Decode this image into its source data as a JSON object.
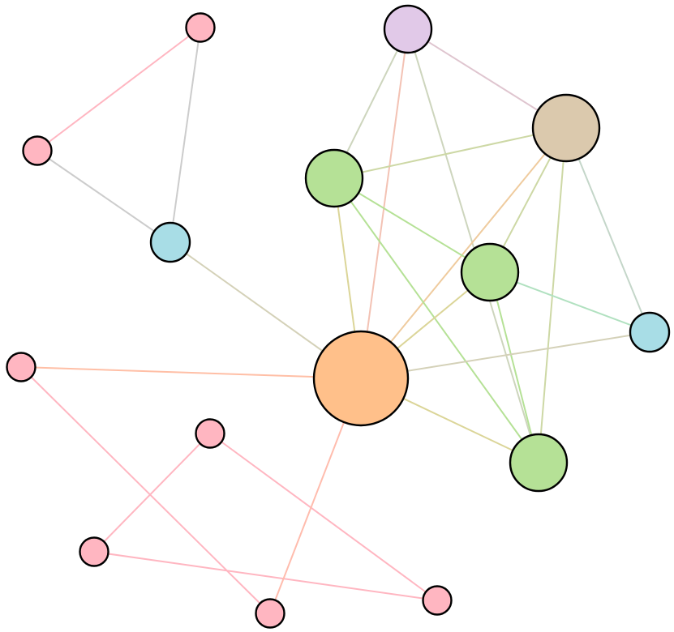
{
  "colors": {
    "pink": "#ffb6c1",
    "blue": "#a8dde6",
    "purple": "#e1c9e8",
    "tan": "#dbc9ad",
    "green": "#b5e196",
    "orange": "#ffc08a",
    "outline": "#000000"
  },
  "nodes": [
    {
      "id": "hub",
      "color": "orange",
      "size": "xl"
    },
    {
      "id": "tan",
      "color": "tan",
      "size": "l"
    },
    {
      "id": "green-left",
      "color": "green",
      "size": "m"
    },
    {
      "id": "green-mid",
      "color": "green",
      "size": "m"
    },
    {
      "id": "green-bottom",
      "color": "green",
      "size": "m"
    },
    {
      "id": "purple-top",
      "color": "purple",
      "size": "s"
    },
    {
      "id": "blue-right",
      "color": "blue",
      "size": "xs"
    },
    {
      "id": "blue-left",
      "color": "blue",
      "size": "xs"
    },
    {
      "id": "pink-top",
      "color": "pink",
      "size": "xxs"
    },
    {
      "id": "pink-upper-left",
      "color": "pink",
      "size": "xxs"
    },
    {
      "id": "pink-mid-left",
      "color": "pink",
      "size": "xxs"
    },
    {
      "id": "pink-center",
      "color": "pink",
      "size": "xxs"
    },
    {
      "id": "pink-lower-left",
      "color": "pink",
      "size": "xxs"
    },
    {
      "id": "pink-bottom",
      "color": "pink",
      "size": "xxs"
    },
    {
      "id": "pink-bottom-right",
      "color": "pink",
      "size": "xxs"
    }
  ],
  "edges": [
    {
      "source": "pink-top",
      "target": "pink-upper-left",
      "color": "#ffb6c1"
    },
    {
      "source": "pink-top",
      "target": "blue-left",
      "color": "#cccccc"
    },
    {
      "source": "pink-upper-left",
      "target": "blue-left",
      "color": "#cccccc"
    },
    {
      "source": "blue-left",
      "target": "hub",
      "color": "#d4d1b8"
    },
    {
      "source": "pink-mid-left",
      "target": "hub",
      "color": "#ffbfa6"
    },
    {
      "source": "pink-mid-left",
      "target": "pink-bottom",
      "color": "#ffb6c1"
    },
    {
      "source": "pink-center",
      "target": "pink-lower-left",
      "color": "#ffb6c1"
    },
    {
      "source": "pink-center",
      "target": "pink-bottom-right",
      "color": "#ffb6c1"
    },
    {
      "source": "pink-lower-left",
      "target": "pink-bottom-right",
      "color": "#ffb6c1"
    },
    {
      "source": "pink-bottom",
      "target": "hub",
      "color": "#ffbcad"
    },
    {
      "source": "purple-top",
      "target": "tan",
      "color": "#dfc5cf"
    },
    {
      "source": "purple-top",
      "target": "green-left",
      "color": "#cdd5bd"
    },
    {
      "source": "purple-top",
      "target": "hub",
      "color": "#f3c2b4"
    },
    {
      "source": "purple-top",
      "target": "green-bottom",
      "color": "#cdd5bd"
    },
    {
      "source": "tan",
      "target": "green-left",
      "color": "#cdd8a5"
    },
    {
      "source": "tan",
      "target": "green-mid",
      "color": "#cdd8a5"
    },
    {
      "source": "tan",
      "target": "hub",
      "color": "#efcb9e"
    },
    {
      "source": "tan",
      "target": "green-bottom",
      "color": "#cdd8a5"
    },
    {
      "source": "tan",
      "target": "blue-right",
      "color": "#c4d6c9"
    },
    {
      "source": "green-left",
      "target": "green-mid",
      "color": "#b5e196"
    },
    {
      "source": "green-left",
      "target": "hub",
      "color": "#dbd598"
    },
    {
      "source": "green-left",
      "target": "green-bottom",
      "color": "#b5e196"
    },
    {
      "source": "green-mid",
      "target": "hub",
      "color": "#dbd598"
    },
    {
      "source": "green-mid",
      "target": "green-bottom",
      "color": "#b5e196"
    },
    {
      "source": "green-mid",
      "target": "blue-right",
      "color": "#b1e1c0"
    },
    {
      "source": "hub",
      "target": "blue-right",
      "color": "#d4d1b8"
    },
    {
      "source": "hub",
      "target": "green-bottom",
      "color": "#dbd598"
    }
  ]
}
